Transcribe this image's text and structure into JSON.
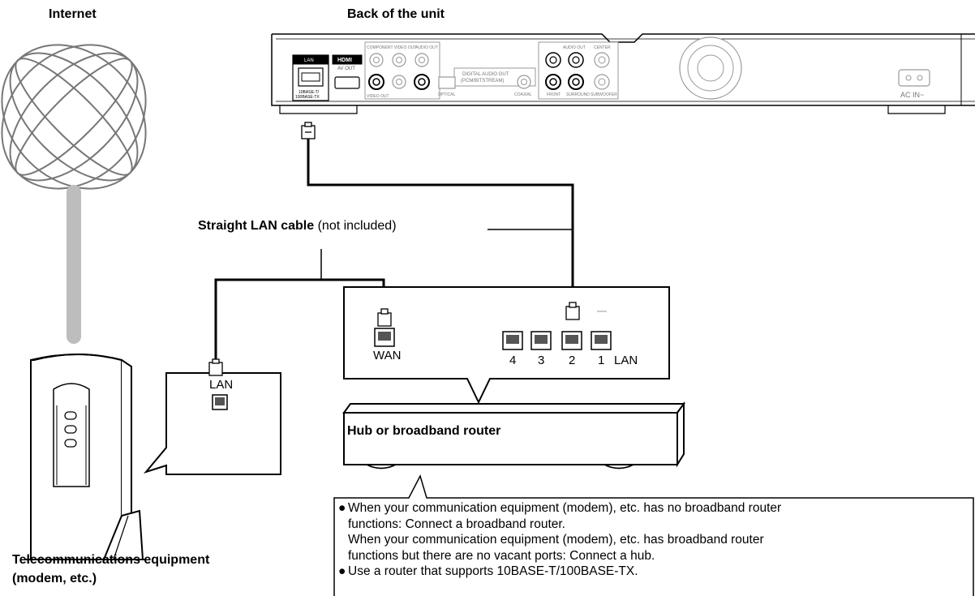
{
  "labels": {
    "internet": "Internet",
    "back_of_unit": "Back of the unit",
    "cable_bold": "Straight LAN cable",
    "cable_rest": " (not included)",
    "telecom_line1": "Telecommunications equipment",
    "telecom_line2": "(modem, etc.)",
    "hub_router": "Hub or broadband router",
    "modem_port": "LAN",
    "router_wan": "WAN",
    "router_lan": "LAN",
    "router_ports": [
      "4",
      "3",
      "2",
      "1"
    ]
  },
  "unit_panel_text": {
    "lan": "LAN",
    "hdmi": "HDMI",
    "hdmi_sub": "AV OUT",
    "base": "10BASE-T/",
    "base2": "100BASE-TX",
    "component": "COMPONENT VIDEO OUT",
    "audio_out_top": "AUDIO OUT",
    "video_out": "VIDEO OUT",
    "digital_audio": "DIGITAL AUDIO OUT",
    "digital_audio_sub": "(PCM/BITSTREAM)",
    "optical": "OPTICAL",
    "coaxial": "COAXIAL",
    "audio_out": "AUDIO OUT",
    "front": "FRONT",
    "surround": "SURROUND",
    "subwoofer": "SUBWOOFER",
    "center": "CENTER",
    "ac_in": "AC IN~"
  },
  "notes": {
    "bullet": "●",
    "item1_line1": "When your communication equipment (modem), etc. has no broadband router",
    "item1_line2": "functions: Connect a broadband router.",
    "item1_line3": "When your communication equipment (modem), etc. has broadband router",
    "item1_line4": "functions but there are no vacant ports: Connect a hub.",
    "item2": "Use a router that supports 10BASE-T/100BASE-TX."
  }
}
